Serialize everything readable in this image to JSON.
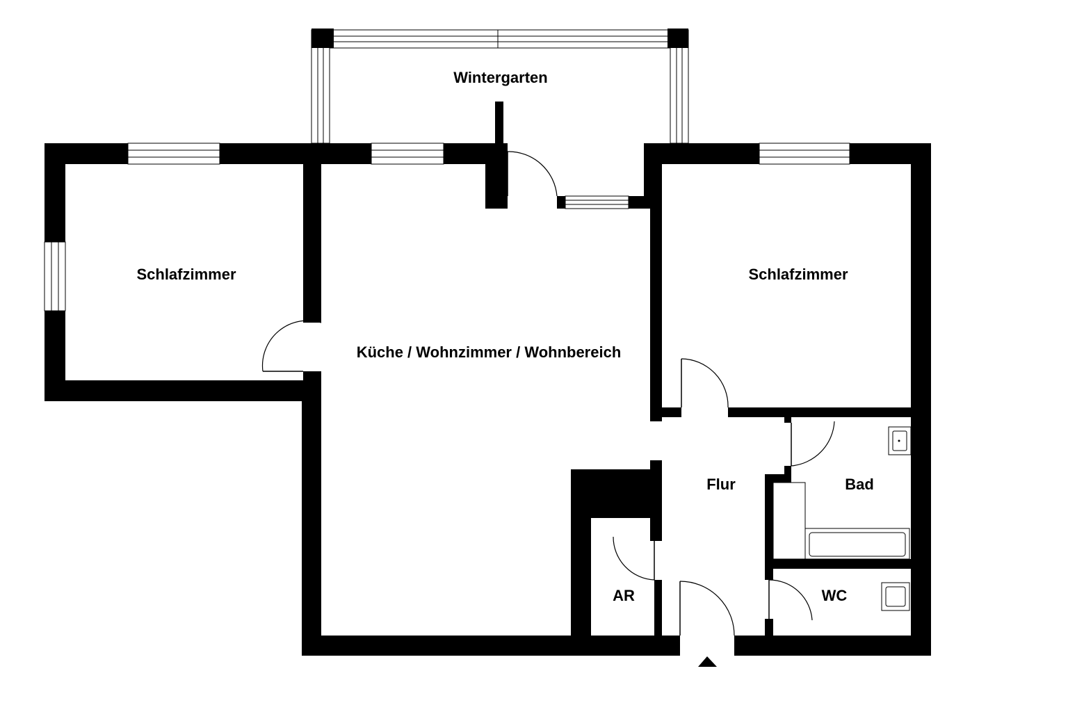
{
  "floorplan": {
    "colors": {
      "wall": "#000000",
      "background": "#ffffff"
    },
    "rooms": {
      "wintergarten": "Wintergarten",
      "schlafzimmer_left": "Schlafzimmer",
      "schlafzimmer_right": "Schlafzimmer",
      "living": "Küche / Wohnzimmer / Wohnbereich",
      "flur": "Flur",
      "bad": "Bad",
      "ar": "AR",
      "wc": "WC"
    },
    "entrance_icon": "entrance-arrow-icon"
  }
}
